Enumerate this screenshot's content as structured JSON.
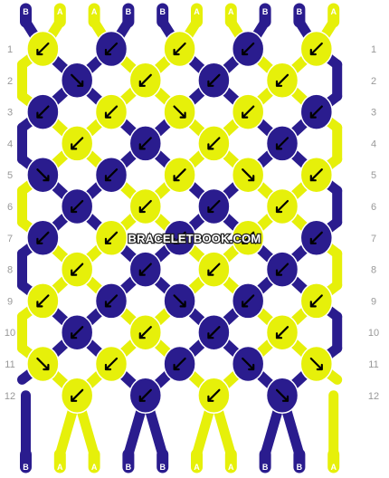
{
  "colors": {
    "A": "#e6f00a",
    "B": "#2a1c8e",
    "background": "#ffffff",
    "row_label": "#999999"
  },
  "pattern": {
    "top_strands": [
      "B",
      "A",
      "A",
      "B",
      "B",
      "A",
      "A",
      "B",
      "B",
      "A"
    ],
    "bottom_strands": [
      "B",
      "A",
      "A",
      "B",
      "B",
      "A",
      "A",
      "B",
      "B",
      "A"
    ],
    "row_labels": [
      "1",
      "2",
      "3",
      "4",
      "5",
      "6",
      "7",
      "8",
      "9",
      "10",
      "11",
      "12"
    ],
    "knots": [
      [
        {
          "c": "A",
          "d": "bl"
        },
        {
          "c": "B",
          "d": "bl"
        },
        {
          "c": "A",
          "d": "bl"
        },
        {
          "c": "B",
          "d": "bl"
        },
        {
          "c": "A",
          "d": "bl"
        }
      ],
      [
        {
          "c": "B",
          "d": "br"
        },
        {
          "c": "A",
          "d": "bl"
        },
        {
          "c": "B",
          "d": "bl"
        },
        {
          "c": "A",
          "d": "bl"
        }
      ],
      [
        {
          "c": "B",
          "d": "bl"
        },
        {
          "c": "A",
          "d": "bl"
        },
        {
          "c": "A",
          "d": "br"
        },
        {
          "c": "A",
          "d": "bl"
        },
        {
          "c": "B",
          "d": "bl"
        }
      ],
      [
        {
          "c": "A",
          "d": "bl"
        },
        {
          "c": "B",
          "d": "bl"
        },
        {
          "c": "A",
          "d": "bl"
        },
        {
          "c": "B",
          "d": "bl"
        }
      ],
      [
        {
          "c": "B",
          "d": "br"
        },
        {
          "c": "B",
          "d": "bl"
        },
        {
          "c": "A",
          "d": "bl"
        },
        {
          "c": "A",
          "d": "br"
        },
        {
          "c": "A",
          "d": "bl"
        }
      ],
      [
        {
          "c": "B",
          "d": "bl"
        },
        {
          "c": "A",
          "d": "bl"
        },
        {
          "c": "B",
          "d": "bl"
        },
        {
          "c": "A",
          "d": "bl"
        }
      ],
      [
        {
          "c": "B",
          "d": "bl"
        },
        {
          "c": "A",
          "d": "bl"
        },
        {
          "c": "B",
          "d": "bl"
        },
        {
          "c": "A",
          "d": "bl"
        },
        {
          "c": "B",
          "d": "bl"
        }
      ],
      [
        {
          "c": "A",
          "d": "bl"
        },
        {
          "c": "B",
          "d": "bl"
        },
        {
          "c": "A",
          "d": "bl"
        },
        {
          "c": "B",
          "d": "bl"
        }
      ],
      [
        {
          "c": "A",
          "d": "bl"
        },
        {
          "c": "B",
          "d": "bl"
        },
        {
          "c": "B",
          "d": "br"
        },
        {
          "c": "B",
          "d": "bl"
        },
        {
          "c": "A",
          "d": "bl"
        }
      ],
      [
        {
          "c": "B",
          "d": "bl"
        },
        {
          "c": "A",
          "d": "bl"
        },
        {
          "c": "B",
          "d": "bl"
        },
        {
          "c": "A",
          "d": "bl"
        }
      ],
      [
        {
          "c": "A",
          "d": "br"
        },
        {
          "c": "A",
          "d": "bl"
        },
        {
          "c": "B",
          "d": "bl"
        },
        {
          "c": "B",
          "d": "br"
        },
        {
          "c": "A",
          "d": "br"
        }
      ],
      [
        {
          "c": "A",
          "d": "bl"
        },
        {
          "c": "B",
          "d": "bl"
        },
        {
          "c": "A",
          "d": "bl"
        },
        {
          "c": "B",
          "d": "br"
        }
      ]
    ]
  },
  "watermark": "BRACELETBOOK.COM"
}
